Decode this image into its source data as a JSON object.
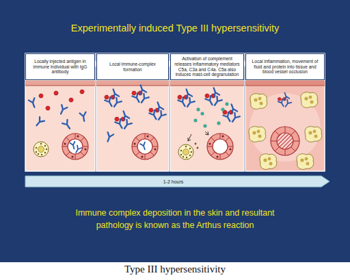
{
  "diagram": {
    "title": "Experimentally induced Type III hypersensitivity",
    "caption": "Type III hypersensitivity",
    "nodes": [
      {
        "text": [
          "Locally injected antigen in immune individual with IgG antibody"
        ]
      },
      {
        "text": [
          "Local immune-complex formation"
        ]
      },
      {
        "text": [
          "Activation of complement releases inflammatory mediators C5a, C3a and C4a. C5a also induces mast-cell degranulation"
        ]
      },
      {
        "text": [
          "Local inflammation, movement of fluid and protein into tissue and blood vessel occlusion"
        ]
      },
      {
        "text": [
          "1-2 hours"
        ]
      }
    ],
    "labels": [
      "Immune complex deposition in the skin and resultant pathology is known as the Arthus reaction"
    ]
  }
}
